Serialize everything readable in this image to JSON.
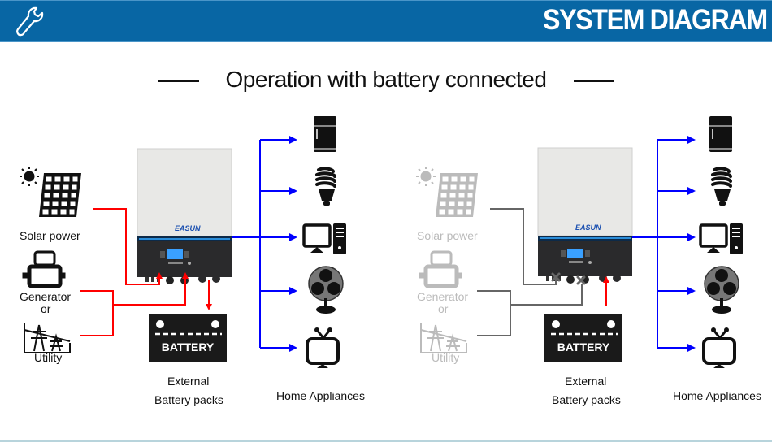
{
  "header": {
    "title": "SYSTEM DIAGRAM",
    "icon": "wrench-icon",
    "background_color": "#0866a4"
  },
  "subtitle": "Operation with battery connected",
  "colors": {
    "active_line": "#ff0000",
    "output_line": "#0000ff",
    "inactive_line": "#666666",
    "inactive_icon": "#bbbbbb"
  },
  "panels": [
    {
      "id": "left",
      "sources": {
        "solar_label": "Solar power",
        "generator_label": "Generator",
        "or_label": "or",
        "utility_label": "Utility",
        "active": true
      },
      "inverter_brand": "EASUN",
      "battery": {
        "text": "BATTERY",
        "label_line1": "External",
        "label_line2": "Battery packs",
        "flow": "charging"
      },
      "appliances_label": "Home Appliances"
    },
    {
      "id": "right",
      "sources": {
        "solar_label": "Solar power",
        "generator_label": "Generator",
        "or_label": "or",
        "utility_label": "Utility",
        "active": false
      },
      "inverter_brand": "EASUN",
      "battery": {
        "text": "BATTERY",
        "label_line1": "External",
        "label_line2": "Battery packs",
        "flow": "discharging"
      },
      "appliances_label": "Home Appliances"
    }
  ],
  "appliances": [
    "refrigerator-icon",
    "light-bulb-icon",
    "computer-icon",
    "fan-icon",
    "tv-icon"
  ]
}
